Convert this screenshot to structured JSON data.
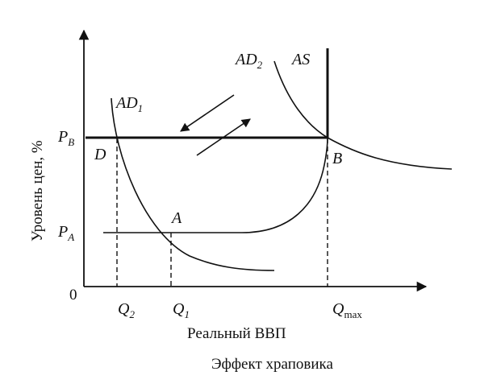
{
  "axes": {
    "y_label": "Уровень цен, %",
    "x_label": "Реальный ВВП",
    "origin": "0"
  },
  "caption": "Эффект храповика",
  "curves": {
    "ad1": "AD",
    "ad1_sub": "1",
    "ad2": "AD",
    "ad2_sub": "2",
    "as": "AS"
  },
  "price_levels": {
    "pb": "P",
    "pb_sub": "B",
    "pa": "P",
    "pa_sub": "A"
  },
  "quantities": {
    "q2": "Q",
    "q2_sub": "2",
    "q1": "Q",
    "q1_sub": "1",
    "qmax": "Q",
    "qmax_sub": "max"
  },
  "points": {
    "a": "A",
    "b": "B",
    "d": "D"
  }
}
